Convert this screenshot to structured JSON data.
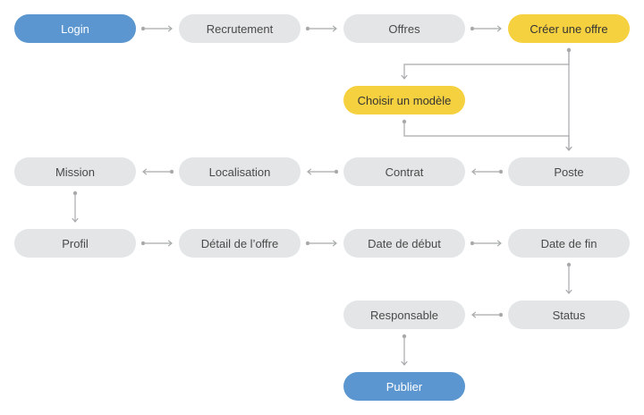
{
  "colors": {
    "step_default": "#e3e5e6",
    "step_endpoint": "#5b96d0",
    "step_offer_creation": "#f6d13f",
    "connector": "#a7a9ab"
  },
  "steps": {
    "login": "Login",
    "recrutement": "Recrutement",
    "offres": "Offres",
    "creer_offre": "Créer une offre",
    "choisir_modele": "Choisir un modèle",
    "mission": "Mission",
    "localisation": "Localisation",
    "contrat": "Contrat",
    "poste": "Poste",
    "profil": "Profil",
    "detail_offre": "Détail de l’offre",
    "date_debut": "Date de début",
    "date_fin": "Date de fin",
    "responsable": "Responsable",
    "status": "Status",
    "publier": "Publier"
  },
  "connections": [
    {
      "from": "login",
      "to": "recrutement"
    },
    {
      "from": "recrutement",
      "to": "offres"
    },
    {
      "from": "offres",
      "to": "creer_offre"
    },
    {
      "from": "creer_offre",
      "to": "choisir_modele"
    },
    {
      "from": "creer_offre",
      "to": "poste"
    },
    {
      "from": "choisir_modele",
      "to": "poste"
    },
    {
      "from": "poste",
      "to": "contrat"
    },
    {
      "from": "contrat",
      "to": "localisation"
    },
    {
      "from": "localisation",
      "to": "mission"
    },
    {
      "from": "mission",
      "to": "profil"
    },
    {
      "from": "profil",
      "to": "detail_offre"
    },
    {
      "from": "detail_offre",
      "to": "date_debut"
    },
    {
      "from": "date_debut",
      "to": "date_fin"
    },
    {
      "from": "date_fin",
      "to": "status"
    },
    {
      "from": "status",
      "to": "responsable"
    },
    {
      "from": "responsable",
      "to": "publier"
    }
  ]
}
